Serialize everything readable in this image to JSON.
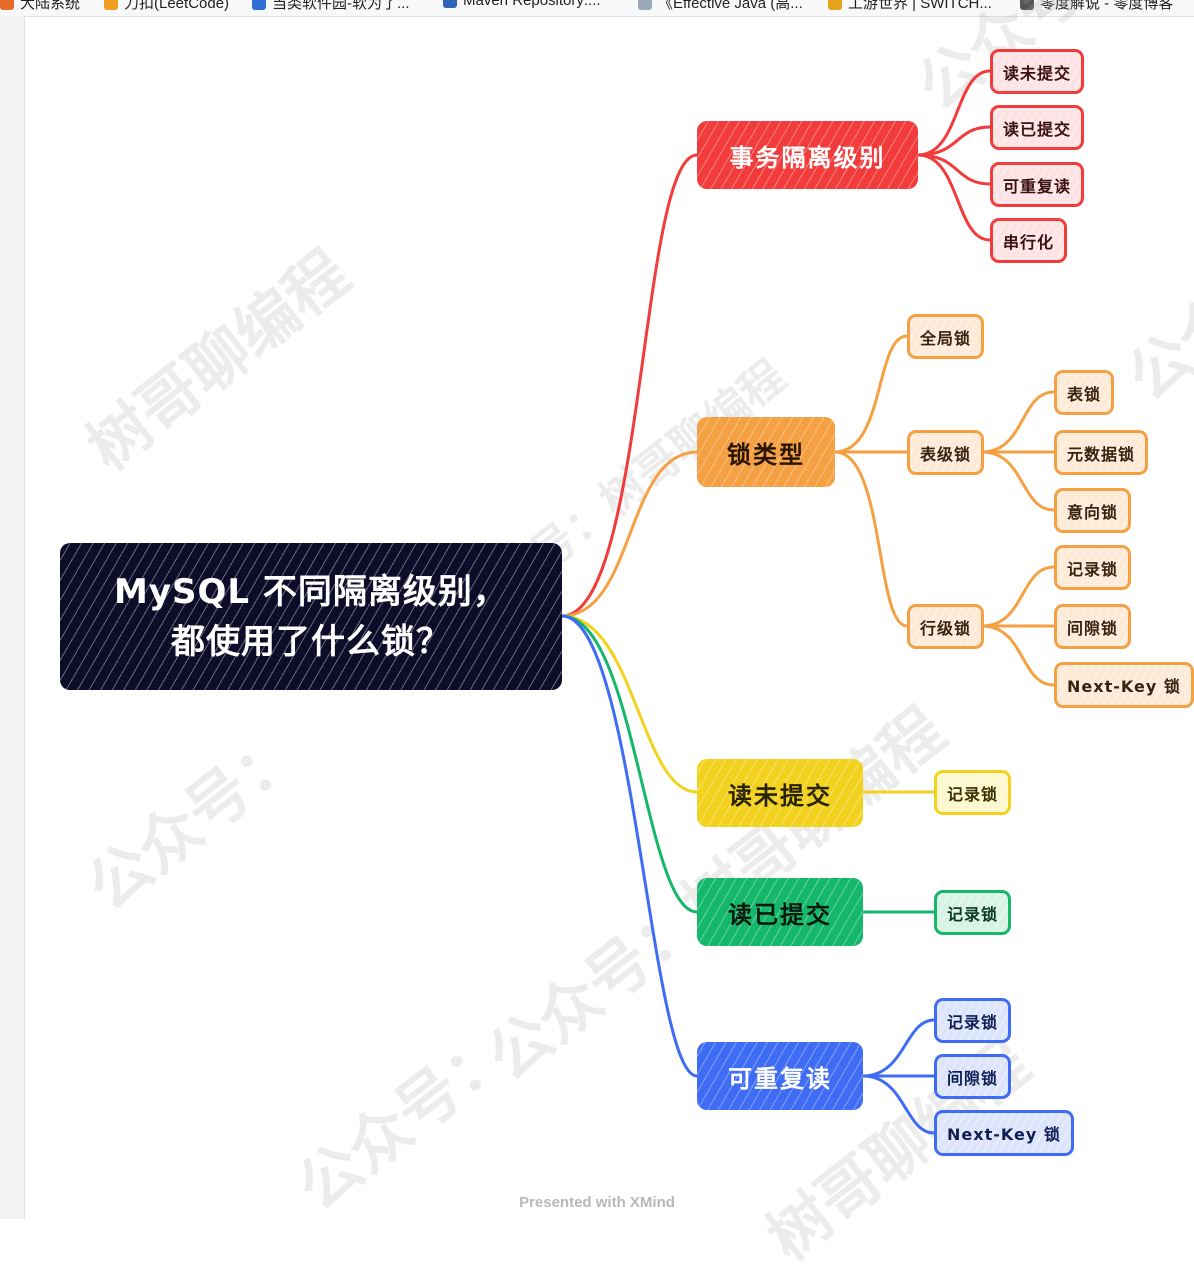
{
  "bookmarks": [
    {
      "label": "大陆系统",
      "color": "#e66b2b"
    },
    {
      "label": "力扣(LeetCode)",
      "color": "#f0a020"
    },
    {
      "label": "当类软件园-软为了...",
      "color": "#2f6fd6"
    },
    {
      "label": "Maven Repository:...",
      "color": "#3064b8"
    },
    {
      "label": "《Effective Java (高...",
      "color": "#9aa7b5"
    },
    {
      "label": "工游世界 | SWITCH...",
      "color": "#e8a21a"
    },
    {
      "label": "零度解说 - 零度博客",
      "color": "#555555"
    }
  ],
  "watermarks": [
    "树哥聊编程",
    "公众号：",
    "公众号：",
    "公众号：树哥聊编程",
    "公众号：树哥聊编程",
    "公众号",
    "公众",
    "树哥聊编程"
  ],
  "central": {
    "line1": "MySQL 不同隔离级别，",
    "line2": "都使用了什么锁？"
  },
  "branches": {
    "isolation": {
      "label": "事务隔离级别",
      "color": "#f23b3b",
      "children": [
        "读未提交",
        "读已提交",
        "可重复读",
        "串行化"
      ]
    },
    "lock_types": {
      "label": "锁类型",
      "color": "#f5a042",
      "global_lock": "全局锁",
      "table_level": {
        "label": "表级锁",
        "children": [
          "表锁",
          "元数据锁",
          "意向锁"
        ]
      },
      "row_level": {
        "label": "行级锁",
        "children": [
          "记录锁",
          "间隙锁",
          "Next-Key 锁"
        ]
      }
    },
    "read_uncommitted": {
      "label": "读未提交",
      "color": "#f3d21f",
      "children": [
        "记录锁"
      ]
    },
    "read_committed": {
      "label": "读已提交",
      "color": "#15b86a",
      "children": [
        "记录锁"
      ]
    },
    "repeatable_read": {
      "label": "可重复读",
      "color": "#3f6cf5",
      "children": [
        "记录锁",
        "间隙锁",
        "Next-Key 锁"
      ]
    }
  },
  "footer": "Presented with XMind"
}
